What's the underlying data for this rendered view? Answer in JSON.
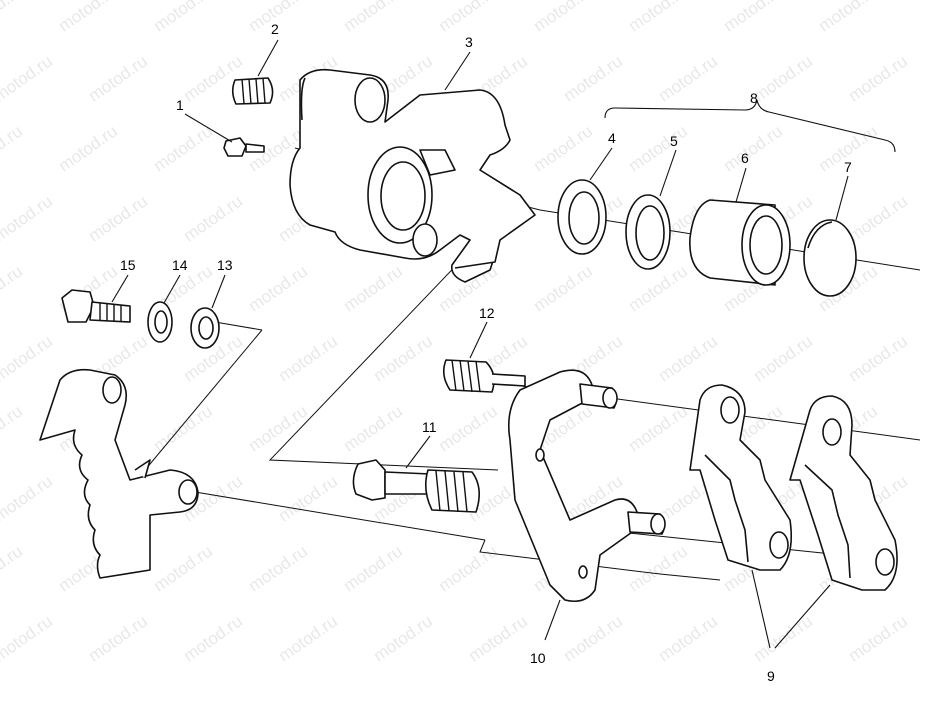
{
  "watermark": {
    "text": "motod.ru"
  },
  "callouts": [
    {
      "id": "1",
      "text": "1"
    },
    {
      "id": "2",
      "text": "2"
    },
    {
      "id": "3",
      "text": "3"
    },
    {
      "id": "4",
      "text": "4"
    },
    {
      "id": "5",
      "text": "5"
    },
    {
      "id": "6",
      "text": "6"
    },
    {
      "id": "7",
      "text": "7"
    },
    {
      "id": "8",
      "text": "8"
    },
    {
      "id": "9",
      "text": "9"
    },
    {
      "id": "10",
      "text": "10"
    },
    {
      "id": "11",
      "text": "11"
    },
    {
      "id": "12",
      "text": "12"
    },
    {
      "id": "13",
      "text": "13"
    },
    {
      "id": "14",
      "text": "14"
    },
    {
      "id": "15",
      "text": "15"
    }
  ]
}
